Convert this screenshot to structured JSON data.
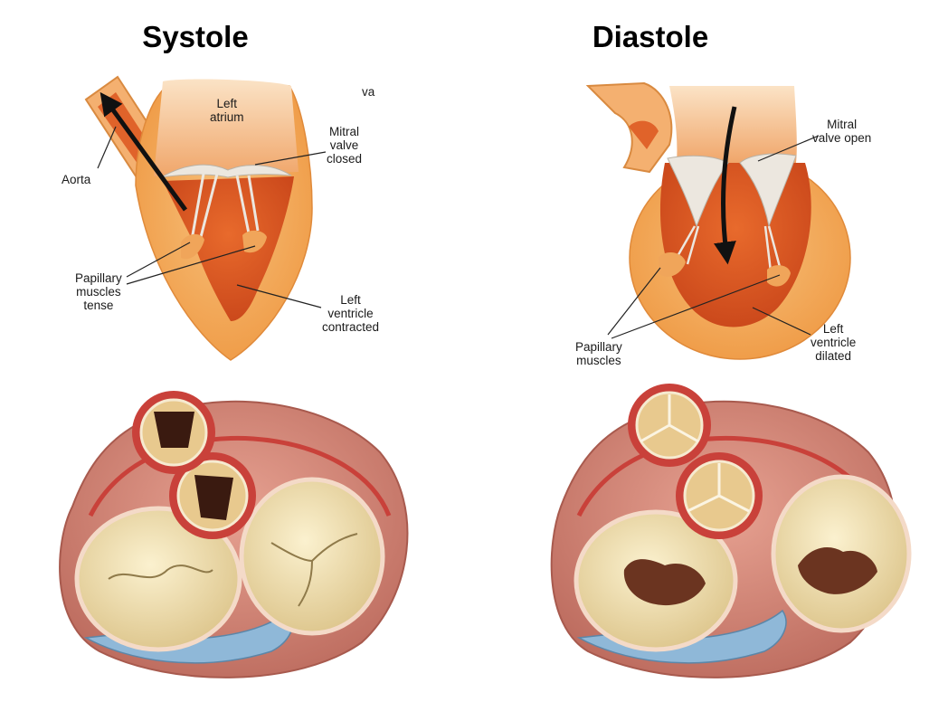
{
  "panels": {
    "systole": {
      "title": "Systole",
      "labels": {
        "left_atrium": [
          "Left",
          "atrium"
        ],
        "aorta": "Aorta",
        "mitral_valve_closed": [
          "Mitral",
          "valve",
          "closed"
        ],
        "papillary_muscles_tense": [
          "Papillary",
          "muscles",
          "tense"
        ],
        "left_ventricle_contracted": [
          "Left",
          "ventricle",
          "contracted"
        ],
        "cropped_fragment": "va"
      }
    },
    "diastole": {
      "title": "Diastole",
      "labels": {
        "mitral_valve_open": [
          "Mitral",
          "valve open"
        ],
        "papillary_muscles": [
          "Papillary",
          "muscles"
        ],
        "left_ventricle_dilated": [
          "Left",
          "ventricle",
          "dilated"
        ]
      }
    }
  },
  "colors": {
    "myocardium_outer": "#f2a24a",
    "myocardium_inner": "#d9531e",
    "chamber_dark": "#b8380f",
    "valve_leaflet": "#e9e4da",
    "annulus_cream": "#f1e2b4",
    "vessel_red": "#c9413a",
    "outer_muscle": "#d98a7a",
    "coronary_blue": "#8fb8d8",
    "valve_opening_dark": "#3a1a10",
    "arrow": "#111111"
  }
}
